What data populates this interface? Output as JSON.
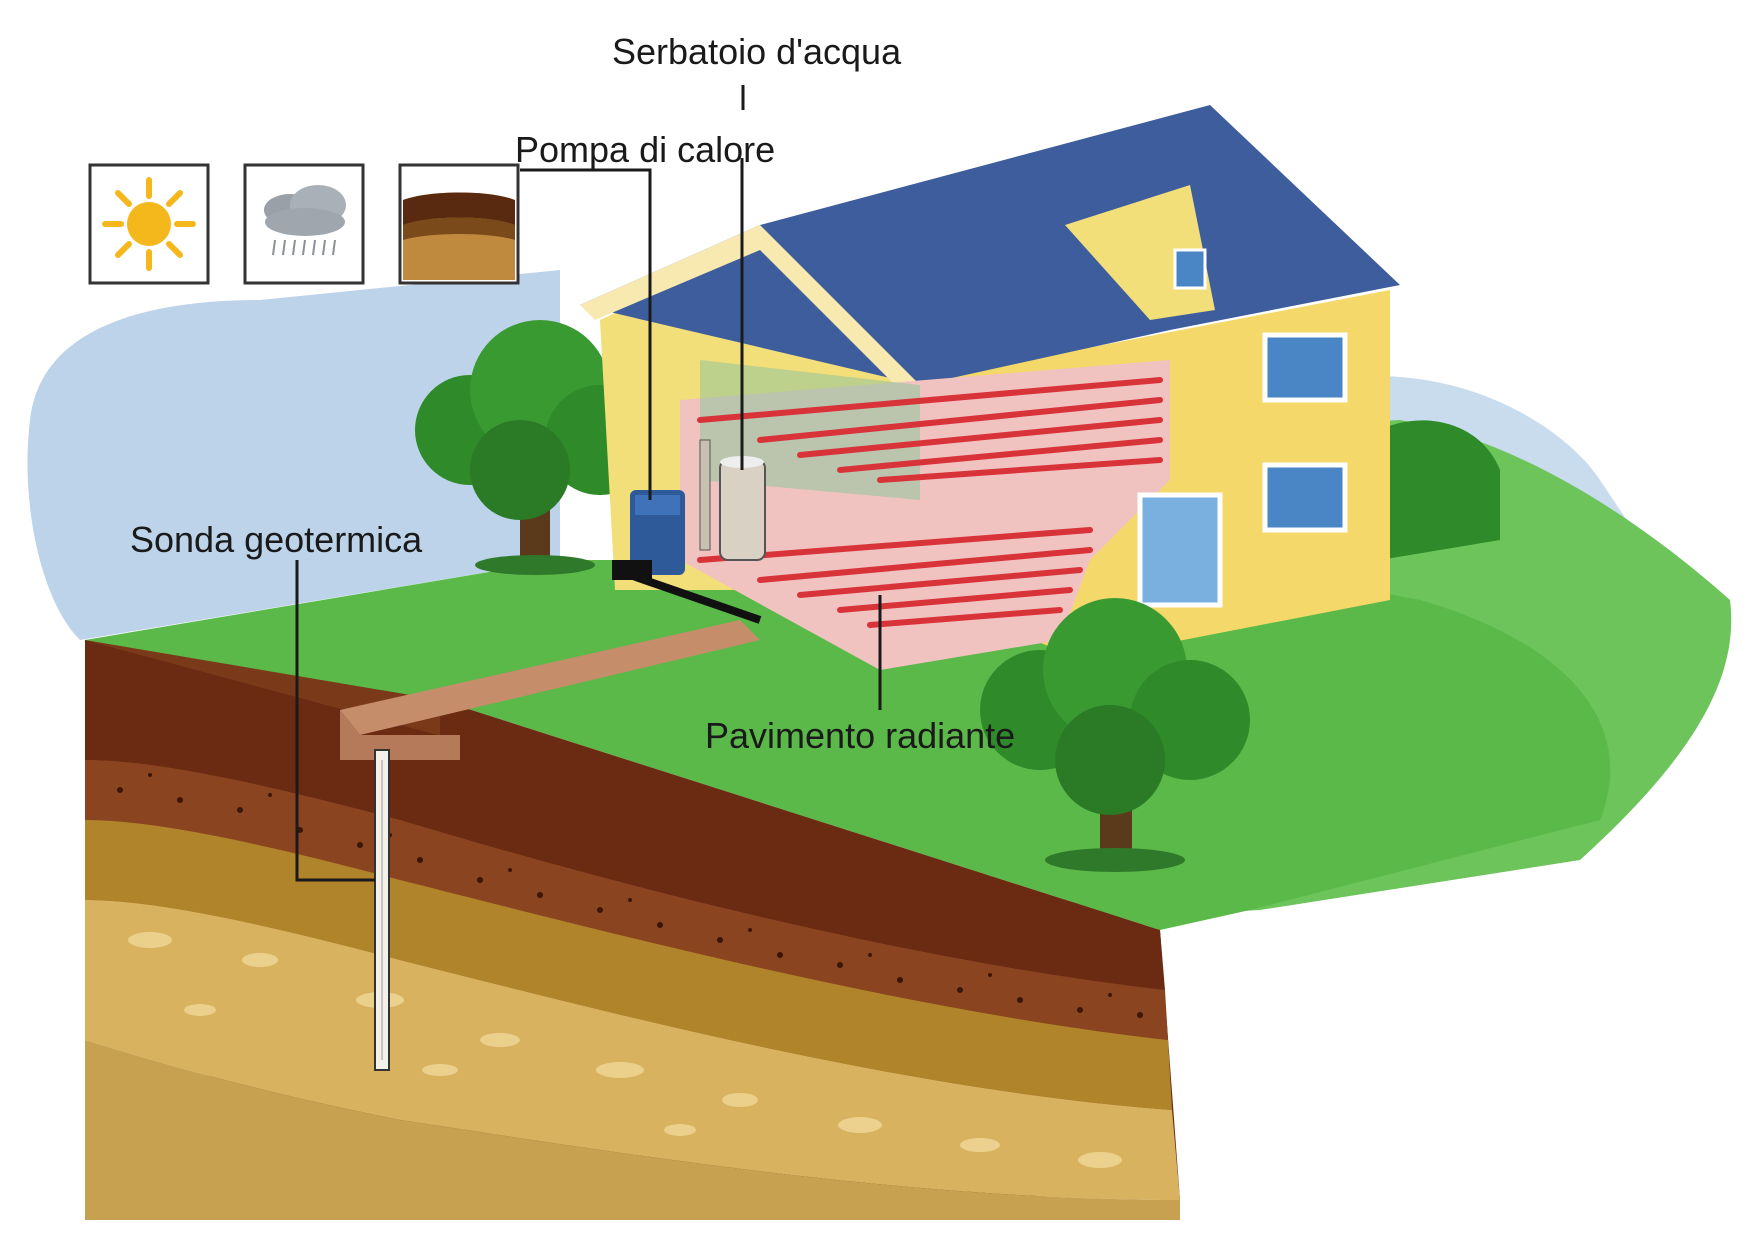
{
  "labels": {
    "water_tank": "Serbatoio d'acqua",
    "heat_pump": "Pompa di calore",
    "geothermal_probe": "Sonda geotermica",
    "radiant_floor": "Pavimento radiante"
  },
  "icons": [
    {
      "name": "sun-icon"
    },
    {
      "name": "rain-cloud-icon"
    },
    {
      "name": "soil-layers-icon"
    }
  ],
  "colors": {
    "sky": "#bcd3ea",
    "grass": "#5bb94a",
    "wall": "#f3df7a",
    "roof": "#3e5d9c",
    "floor_pipe": "#d9333a",
    "floor_slab": "#f0c3c0",
    "soil_top": "#6b2a12",
    "soil_mid": "#b0842a",
    "soil_deep": "#d8b25e",
    "heat_pump_body": "#2f5a9a"
  }
}
